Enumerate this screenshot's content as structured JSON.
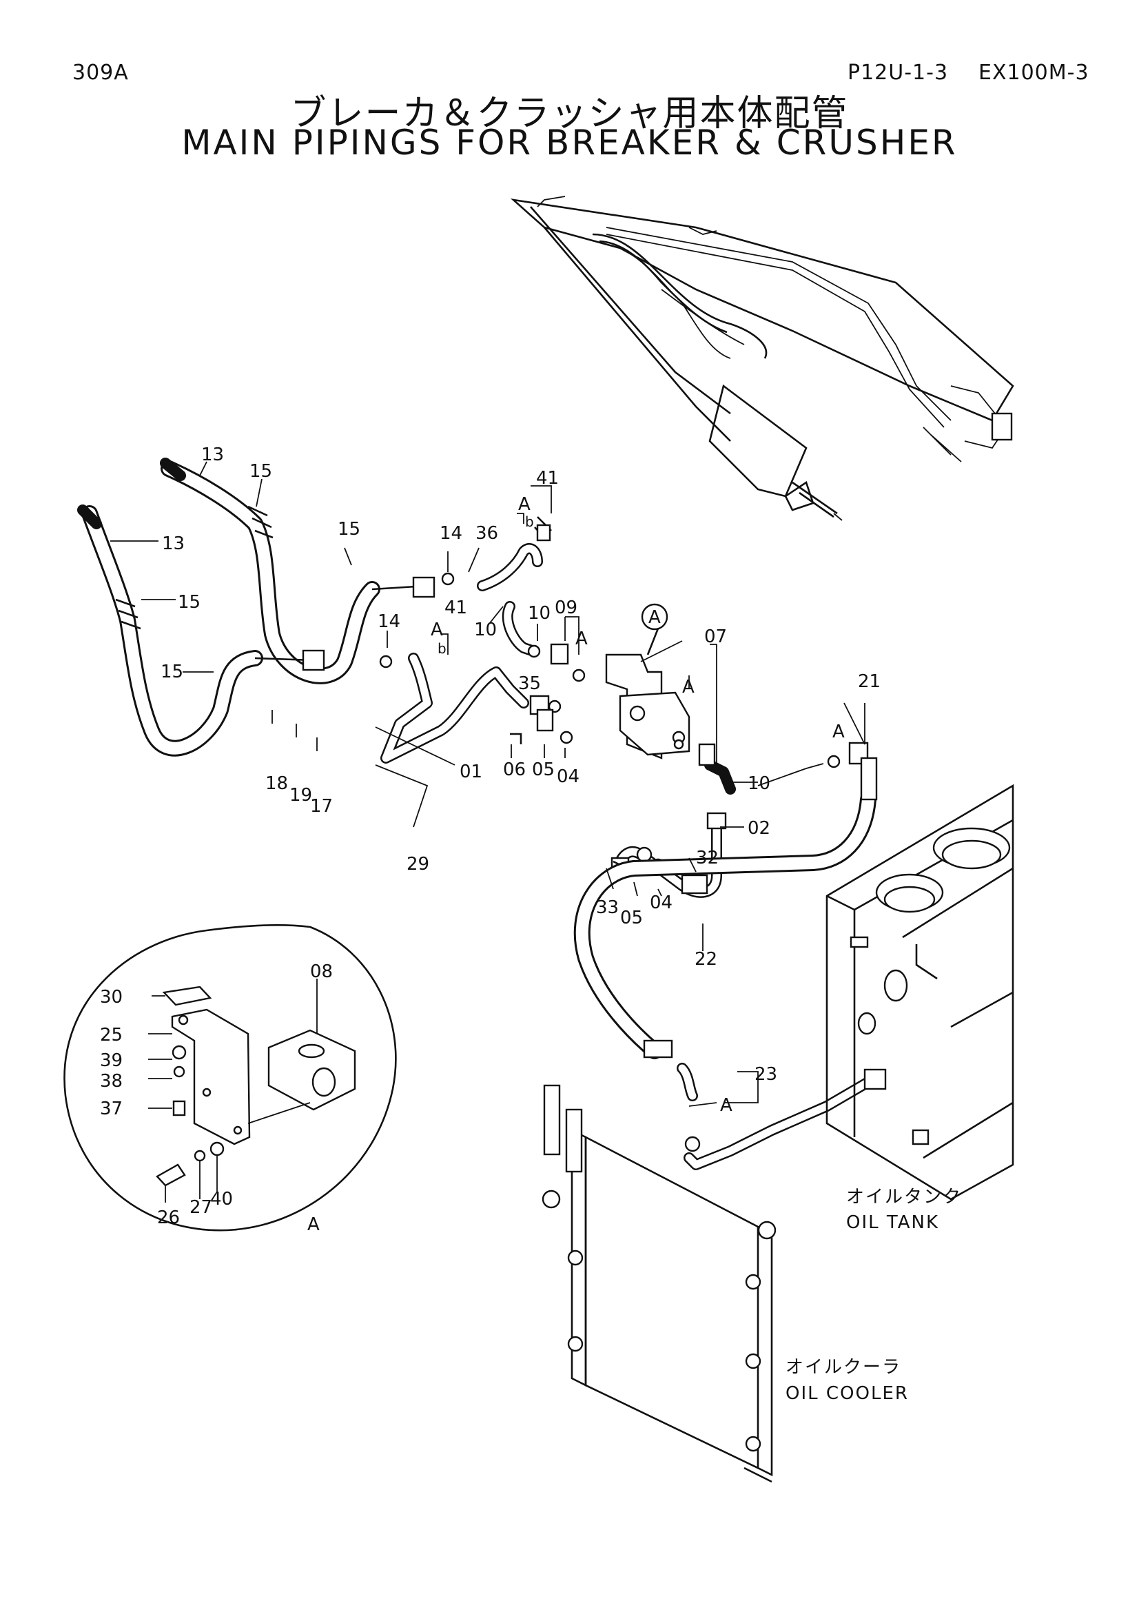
{
  "header": {
    "page_code": "309A",
    "doc_code": "P12U-1-3",
    "model": "EX100M-3",
    "title_ja": "ブレーカ＆クラッシャ用本体配管",
    "title_en": "MAIN PIPINGS FOR BREAKER & CRUSHER"
  },
  "part_labels": {
    "p13a": "13",
    "p15a": "15",
    "p13b": "13",
    "p15b": "15",
    "p15c": "15",
    "p15d": "15",
    "p14a": "14",
    "p36": "36",
    "p41a": "41",
    "pAa": "A",
    "pba": "b",
    "p41b": "41",
    "pAb": "A",
    "pbb": "b",
    "p14b": "14",
    "p10a": "10",
    "p10b": "10",
    "p09": "09",
    "pAc": "A",
    "p35": "35",
    "pA_circle": "A",
    "p07": "07",
    "pAd": "A",
    "p21": "21",
    "pAe": "A",
    "p18": "18",
    "p19": "19",
    "p17": "17",
    "p01": "01",
    "p06": "06",
    "p05a": "05",
    "p04a": "04",
    "p10c": "10",
    "p02": "02",
    "p29": "29",
    "p32": "32",
    "p33": "33",
    "p05b": "05",
    "p04b": "04",
    "p22": "22",
    "p23": "23",
    "pAf": "A",
    "p30": "30",
    "p08": "08",
    "p25": "25",
    "p39": "39",
    "p38": "38",
    "p37": "37",
    "p26": "26",
    "p27": "27",
    "p40": "40",
    "pA_detail": "A"
  },
  "captions": {
    "oil_tank_ja": "オイルタンク",
    "oil_tank_en": "OIL TANK",
    "oil_cooler_ja": "オイルクーラ",
    "oil_cooler_en": "OIL COOLER"
  }
}
